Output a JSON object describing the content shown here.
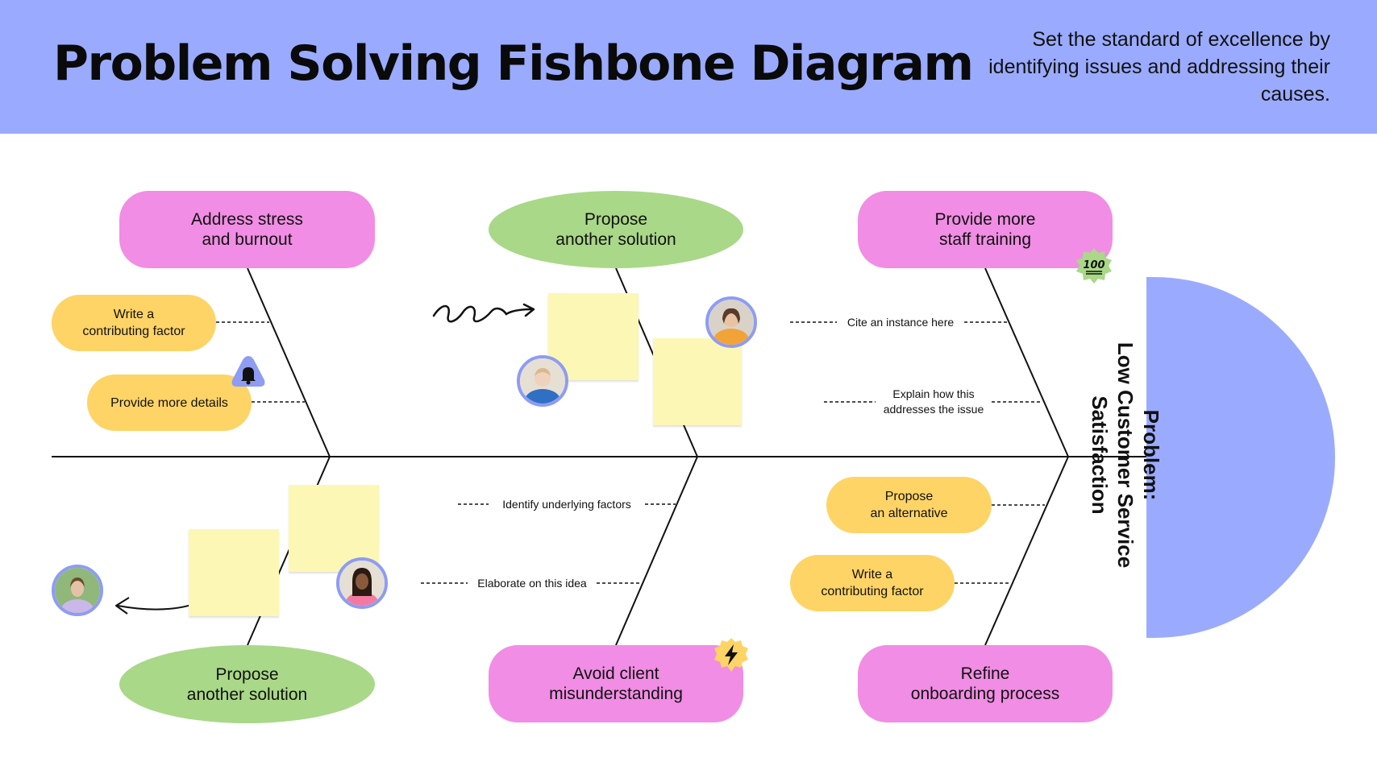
{
  "header": {
    "title": "Problem Solving Fishbone Diagram",
    "subtitle": "Set the standard of excellence by identifying issues and addressing their causes."
  },
  "problem": {
    "label": "Problem:\nLow Customer Service\nSatisfaction"
  },
  "categories": {
    "top_left": "Address stress\nand burnout",
    "top_center": "Propose\nanother solution",
    "top_right": "Provide more\nstaff training",
    "bottom_left": "Propose\nanother solution",
    "bottom_center": "Avoid client\nmisunderstanding",
    "bottom_right": "Refine\nonboarding process"
  },
  "factors": {
    "write_contributing_1": "Write a\ncontributing factor",
    "provide_more_details": "Provide more details",
    "propose_alternative": "Propose\nan alternative",
    "write_contributing_2": "Write a\ncontributing factor"
  },
  "annotations": {
    "cite_instance": "Cite an instance here",
    "explain_how": "Explain how this\naddresses the issue",
    "identify_factors": "Identify underlying factors",
    "elaborate": "Elaborate on this idea"
  },
  "badges": {
    "hundred": "100"
  },
  "colors": {
    "header_bg": "#9aabff",
    "pink": "#f18de4",
    "green": "#a9d888",
    "yellow": "#ffd466",
    "sticky_note": "#fdf7b6",
    "problem_head": "#9aabff"
  }
}
